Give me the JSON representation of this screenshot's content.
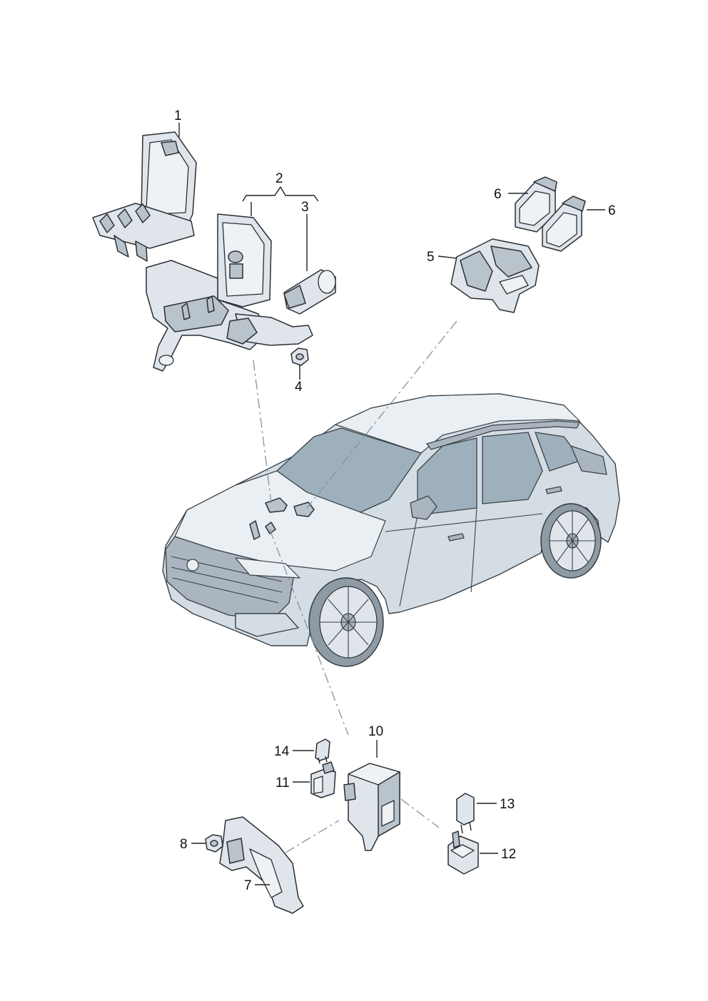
{
  "callouts": [
    {
      "id": "1",
      "text": "1"
    },
    {
      "id": "2",
      "text": "2"
    },
    {
      "id": "3",
      "text": "3"
    },
    {
      "id": "4",
      "text": "4"
    },
    {
      "id": "5",
      "text": "5"
    },
    {
      "id": "6a",
      "text": "6"
    },
    {
      "id": "6b",
      "text": "6"
    },
    {
      "id": "7",
      "text": "7"
    },
    {
      "id": "8",
      "text": "8"
    },
    {
      "id": "10",
      "text": "10"
    },
    {
      "id": "11",
      "text": "11"
    },
    {
      "id": "12",
      "text": "12"
    },
    {
      "id": "13",
      "text": "13"
    },
    {
      "id": "14",
      "text": "14"
    }
  ]
}
